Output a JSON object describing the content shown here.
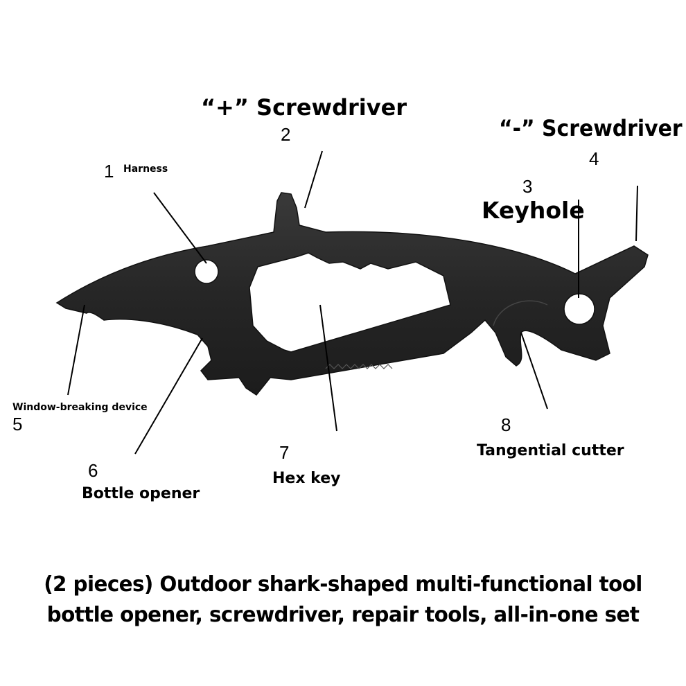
{
  "callouts": [
    {
      "number": "1",
      "label": "Harness"
    },
    {
      "number": "2",
      "label": "“+” Screwdriver"
    },
    {
      "number": "3",
      "label": "Keyhole"
    },
    {
      "number": "4",
      "label": "“-” Screwdriver"
    },
    {
      "number": "5",
      "label": "Window-breaking device"
    },
    {
      "number": "6",
      "label": "Bottle opener"
    },
    {
      "number": "7",
      "label": "Hex key"
    },
    {
      "number": "8",
      "label": "Tangential cutter"
    }
  ],
  "caption": {
    "line1": "(2 pieces) Outdoor shark-shaped multi-functional tool",
    "line2": "bottle opener, screwdriver, repair tools, all-in-one set"
  },
  "colors": {
    "background": "#ffffff",
    "tool_body": "#2b2b2b",
    "text": "#000000"
  }
}
